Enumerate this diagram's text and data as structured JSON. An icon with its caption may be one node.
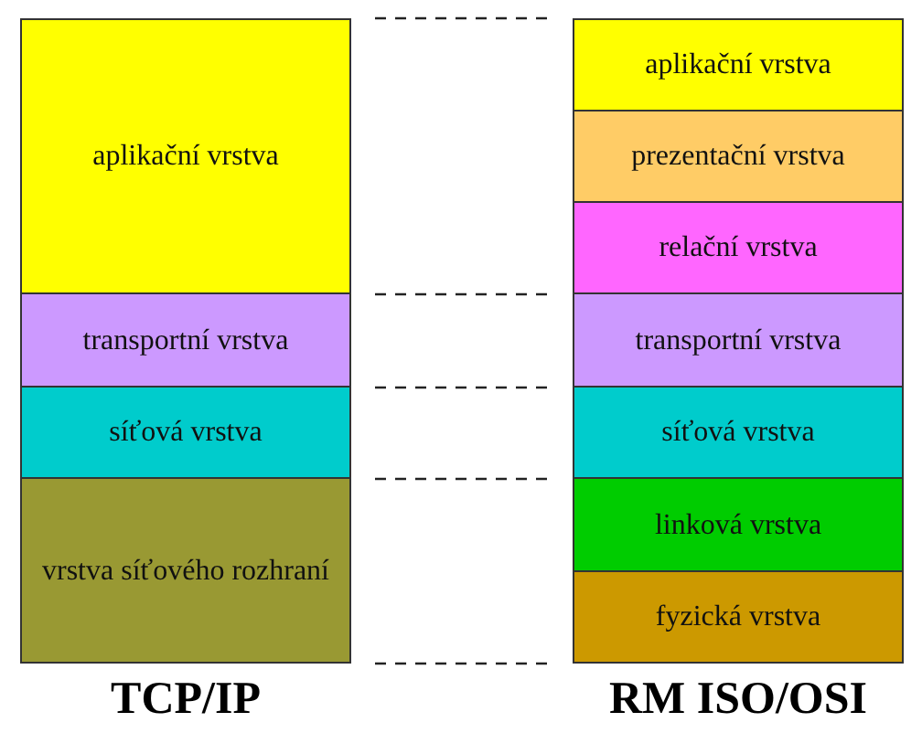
{
  "diagram": {
    "nodes": [
      {
        "text": [
          "aplikační vrstva"
        ]
      },
      {
        "text": [
          "transportní vrstva"
        ]
      },
      {
        "text": [
          "síťová vrstva"
        ]
      },
      {
        "text": [
          "vrstva síťového rozhraní"
        ]
      },
      {
        "text": [
          "aplikační vrstva"
        ]
      },
      {
        "text": [
          "prezentační vrstva"
        ]
      },
      {
        "text": [
          "relační vrstva"
        ]
      },
      {
        "text": [
          "transportní vrstva"
        ]
      },
      {
        "text": [
          "síťová vrstva"
        ]
      },
      {
        "text": [
          "linková vrstva"
        ]
      },
      {
        "text": [
          "fyzická vrstva"
        ]
      }
    ],
    "labels": [
      "TCP/IP",
      "RM ISO/OSI"
    ]
  }
}
